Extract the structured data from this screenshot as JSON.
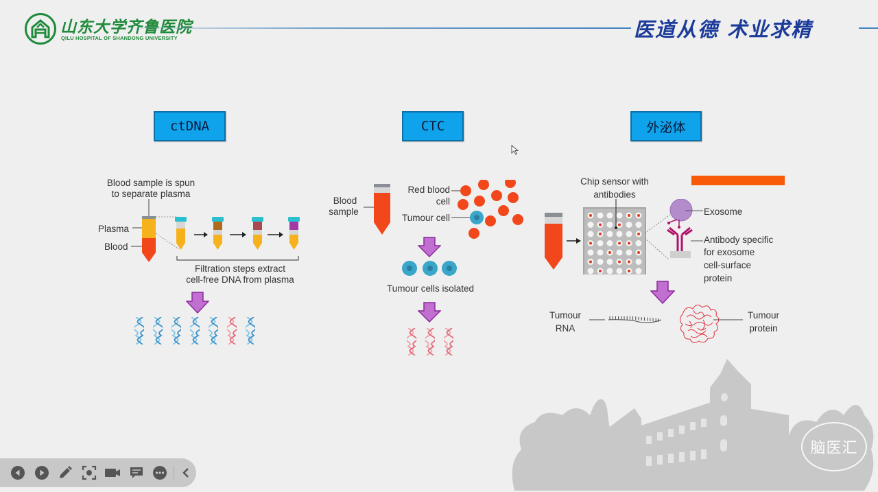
{
  "header": {
    "hospital_name_cn": "山东大学齐鲁医院",
    "hospital_name_en": "QILU HOSPITAL OF SHANDONG UNIVERSITY",
    "motto": "医道从德 术业求精",
    "brand_green": "#1f8a3a",
    "motto_blue": "#1b3a9a"
  },
  "categories": [
    {
      "label": "ctDNA"
    },
    {
      "label": "CTC"
    },
    {
      "label": "外泌体"
    }
  ],
  "ctdna_panel": {
    "spin_caption_line1": "Blood sample is spun",
    "spin_caption_line2": "to separate plasma",
    "plasma_label": "Plasma",
    "blood_label": "Blood",
    "filtration_line1": "Filtration steps extract",
    "filtration_line2": "cell-free DNA from plasma",
    "dna_strands": [
      "blue",
      "blue",
      "blue",
      "blue",
      "blue",
      "red",
      "blue"
    ]
  },
  "ctc_panel": {
    "blood_sample_line1": "Blood",
    "blood_sample_line2": "sample",
    "red_blood_cell_line1": "Red blood",
    "red_blood_cell_line2": "cell",
    "tumour_cell_label": "Tumour cell",
    "isolated_label": "Tumour cells isolated"
  },
  "exosome_panel": {
    "chip_line1": "Chip sensor with",
    "chip_line2": "antibodies",
    "exosome_label": "Exosome",
    "antibody_line1": "Antibody specific",
    "antibody_line2": "for exosome",
    "antibody_line3": "cell-surface",
    "antibody_line4": "protein",
    "rna_line1": "Tumour",
    "rna_line2": "RNA",
    "protein_line1": "Tumour",
    "protein_line2": "protein"
  },
  "watermark": "脑医汇",
  "toolbar": {
    "buttons": [
      {
        "name": "previous",
        "icon": "prev-circle-icon"
      },
      {
        "name": "next",
        "icon": "next-circle-icon"
      },
      {
        "name": "pen",
        "icon": "pencil-icon"
      },
      {
        "name": "spotlight",
        "icon": "focus-icon"
      },
      {
        "name": "camera",
        "icon": "video-camera-icon"
      },
      {
        "name": "comment",
        "icon": "comment-icon"
      },
      {
        "name": "more",
        "icon": "more-icon"
      },
      {
        "name": "collapse",
        "icon": "chevron-left-icon"
      }
    ]
  },
  "colors": {
    "category_box": "#0fa3ec",
    "arrow_purple": "#b557c3",
    "blood_red": "#f2461b",
    "plasma_orange": "#f6b21c",
    "tumour_cell": "#3aa6c9",
    "redacted_bar": "#f85a07"
  }
}
